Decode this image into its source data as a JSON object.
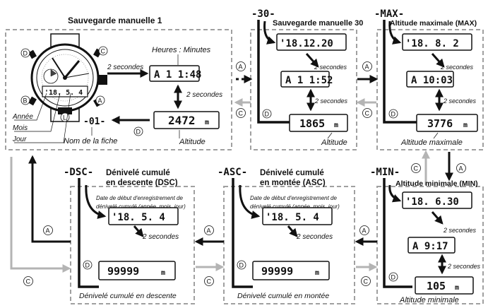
{
  "panels": {
    "manual1": {
      "title": "Sauvegarde manuelle 1",
      "time_label": "Heures : Minutes",
      "two_sec_a": "2 secondes",
      "two_sec_b": "2 secondes",
      "lcd_time": "A 1 1:48",
      "lcd_altitude": "2472",
      "unit": "m",
      "record_tag": "-01-",
      "altitude_label": "Altitude",
      "record_name_label": "Nom de la fiche",
      "year_label": "Année",
      "month_label": "Mois",
      "day_label": "Jour",
      "watch_date": "'18. 5. 4"
    },
    "manual30": {
      "tag": "-30-",
      "title": "Sauvegarde manuelle 30",
      "lcd_date": "'18.12.20",
      "lcd_time": "A 1 1:52",
      "lcd_altitude": "1865",
      "unit": "m",
      "two_sec_a": "2 secondes",
      "two_sec_b": "2 secondes",
      "altitude_label": "Altitude"
    },
    "max": {
      "tag": "-MAX-",
      "title": "Altitude maximale (MAX)",
      "lcd_date": "'18. 8. 2",
      "lcd_time": "A 10:03",
      "lcd_altitude": "3776",
      "unit": "m",
      "two_sec_a": "2 secondes",
      "two_sec_b": "2 secondes",
      "altitude_label": "Altitude maximale"
    },
    "min": {
      "tag": "-MIN-",
      "title": "Altitude minimale (MIN)",
      "lcd_date": "'18. 6.30",
      "lcd_time": "A 9:17",
      "lcd_altitude": "105",
      "unit": "m",
      "two_sec_a": "2 secondes",
      "two_sec_b": "2 secondes",
      "altitude_label": "Altitude minimale"
    },
    "asc": {
      "tag": "-ASC-",
      "title_line1": "Dénivelé cumulé",
      "title_line2": "en montée (ASC)",
      "note_line1": "Date de début d'enregistrement de",
      "note_line2": "dénivelé cumulé (année, mois, jour)",
      "lcd_date": "'18. 5. 4",
      "lcd_value": "99999",
      "unit": "m",
      "two_sec": "2 secondes",
      "value_label": "Dénivelé cumulé en montée"
    },
    "dsc": {
      "tag": "-DSC-",
      "title_line1": "Dénivelé cumulé",
      "title_line2": "en descente (DSC)",
      "note_line1": "Date de début d'enregistrement de",
      "note_line2": "dénivelé cumulé (année, mois, jour)",
      "lcd_date": "'18. 5. 4",
      "lcd_value": "99999",
      "unit": "m",
      "two_sec": "2 secondes",
      "value_label": "Dénivelé cumulé en descente"
    }
  },
  "button_letters": {
    "A": "A",
    "B": "B",
    "C": "C",
    "D": "D",
    "L": "L"
  },
  "colors": {
    "ink": "#111111",
    "dashed_border": "#a0a0a0",
    "gray_arrow": "#b4b4b4"
  }
}
